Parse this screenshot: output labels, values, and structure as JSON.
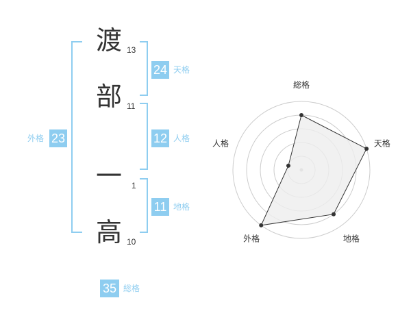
{
  "name_chars": [
    {
      "char": "渡",
      "strokes": "13"
    },
    {
      "char": "部",
      "strokes": "11"
    },
    {
      "char": "一",
      "strokes": "1"
    },
    {
      "char": "高",
      "strokes": "10"
    }
  ],
  "kaku": {
    "tenkaku": {
      "value": "24",
      "label": "天格"
    },
    "jinkaku": {
      "value": "12",
      "label": "人格"
    },
    "chikaku": {
      "value": "11",
      "label": "地格"
    },
    "gaikaku": {
      "value": "23",
      "label": "外格"
    },
    "soukaku": {
      "value": "35",
      "label": "総格"
    }
  },
  "colors": {
    "accent": "#8ecdf0",
    "text": "#333333",
    "radar_fill": "#eeeeee",
    "ring": "#cccccc"
  },
  "chart_data": {
    "type": "radar",
    "axes": [
      "総格",
      "天格",
      "地格",
      "外格",
      "人格"
    ],
    "max": 5,
    "rings": 5,
    "values": [
      4,
      5,
      4,
      5,
      1
    ]
  }
}
